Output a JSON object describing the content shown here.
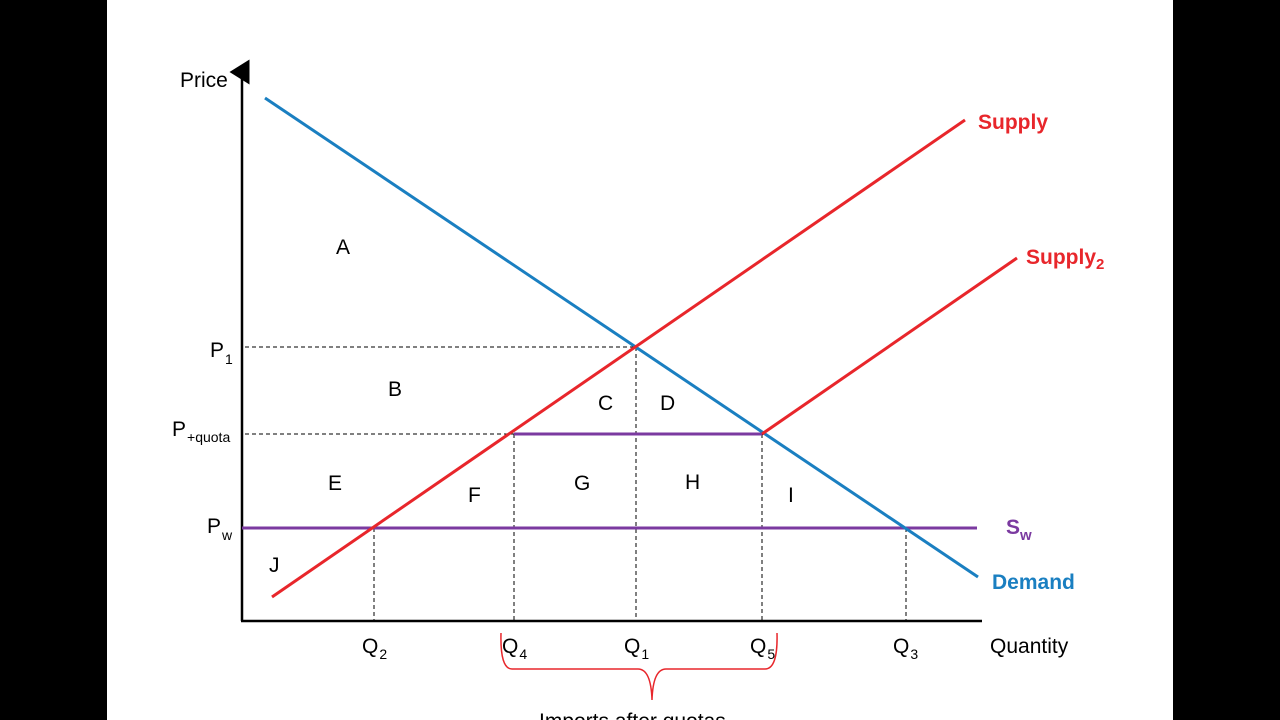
{
  "axes": {
    "y_label": "Price",
    "x_label": "Quantity"
  },
  "prices": {
    "p1": {
      "main": "P",
      "sub": "1"
    },
    "pquota": {
      "main": "P",
      "sub": "+quota"
    },
    "pw": {
      "main": "P",
      "sub": "w"
    }
  },
  "quantities": {
    "q2": {
      "main": "Q",
      "sub": "2"
    },
    "q4": {
      "main": "Q",
      "sub": "4"
    },
    "q1": {
      "main": "Q",
      "sub": "1"
    },
    "q5": {
      "main": "Q",
      "sub": "5"
    },
    "q3": {
      "main": "Q",
      "sub": "3"
    }
  },
  "curves": {
    "supply": {
      "label": "Supply",
      "color": "#e8262b"
    },
    "supply2": {
      "main": "Supply",
      "sub": "2",
      "color": "#e8262b"
    },
    "demand": {
      "label": "Demand",
      "color": "#1a7fc1"
    },
    "sw": {
      "main": "S",
      "sub": "w",
      "color": "#7b3aa0"
    }
  },
  "regions": {
    "a": "A",
    "b": "B",
    "c": "C",
    "d": "D",
    "e": "E",
    "f": "F",
    "g": "G",
    "h": "H",
    "i": "I",
    "j": "J"
  },
  "brace": {
    "label": "Imports after quotas",
    "color": "#e8262b"
  }
}
